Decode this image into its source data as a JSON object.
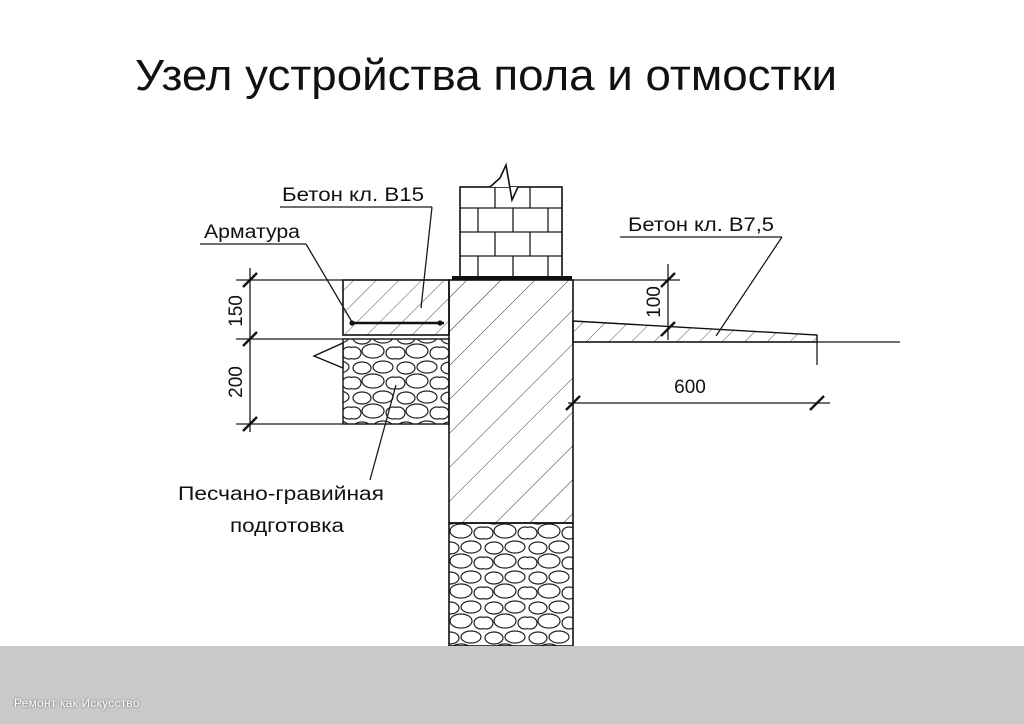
{
  "title": "Узел устройства пола и отмостки",
  "labels": {
    "concrete_b15": "Бетон кл. В15",
    "rebar": "Арматура",
    "concrete_b75": "Бетон кл. В7,5",
    "gravel_line1": "Песчано-гравийная",
    "gravel_line2": "подготовка"
  },
  "dimensions": {
    "slab": "150",
    "gravel": "200",
    "blind_area_height": "100",
    "blind_area_width": "600"
  },
  "watermark": "Ремонт как Искусство",
  "colors": {
    "ink": "#111111",
    "footer_band": "#c9c9c9",
    "background": "#ffffff"
  }
}
